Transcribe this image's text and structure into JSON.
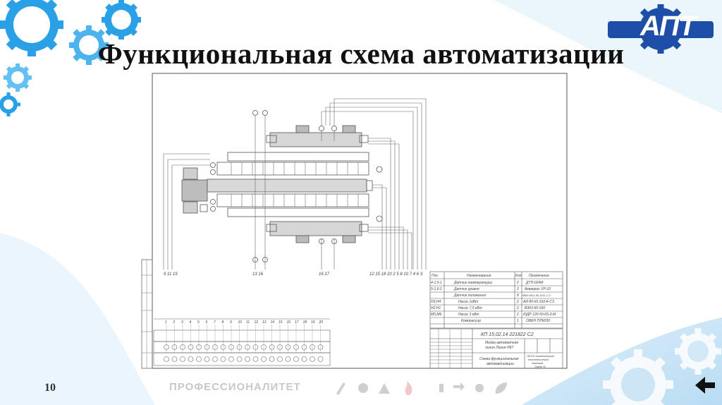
{
  "slide": {
    "title": "Функциональная схема автоматизации",
    "page_number": "10",
    "footer_brand": "ПРОФЕССИОНАЛИТЕТ",
    "logo_text": "АПТ"
  },
  "colors": {
    "gear_blue": "#2aa0e6",
    "logo_blue": "#1e4fa8",
    "drawing_line": "#555555"
  },
  "drawing": {
    "spec_table": {
      "headers": [
        "Поз.",
        "Наименование",
        "Кол.",
        "Примечание"
      ],
      "rows": [
        [
          "4-1,5-1",
          "Датчик температуры",
          "2",
          "ДТП-024М"
        ],
        [
          "5-1,6-1",
          "Датчик уровня",
          "2",
          "Аквапрос УР-10"
        ],
        [
          "",
          "Датчик положения",
          "8",
          "ВБИ-М12-65-1111-С.3"
        ],
        [
          "Н3,Н4",
          "Насос 1кВт",
          "2",
          "АИ 80-65-160-К-С3"
        ],
        [
          "Н2,Н1",
          "Насос 7,5 кВт",
          "2",
          "ВЗ65-50-160"
        ],
        [
          "М5,М6",
          "Насос 3 кВт",
          "2",
          "ЮДР 120-50-65-3-М"
        ],
        [
          "",
          "Компрессор",
          "1",
          "ОВЕН ПЛК200"
        ]
      ]
    },
    "title_block": {
      "code": "КП 15.02.14 221822 С2",
      "name_line1": "Мойка автоматная",
      "name_line2": "линия Линия НКТ",
      "doc_title_line1": "Схема функциональная",
      "doc_title_line2": "автоматизации",
      "org_line1": "ГБПОУ Альметьевский",
      "org_line2": "политехнический",
      "org_line3": "техникум",
      "group": "Группа 31"
    },
    "left_tags": "9 11 19",
    "mid_tags_a": "13   16",
    "mid_tags_b": "16   17",
    "right_tags": "12 15 18 20  2 5 8 10 7   4  6  3",
    "bottom_numbers": [
      "1",
      "2",
      "3",
      "4",
      "5",
      "6",
      "7",
      "8",
      "9",
      "10",
      "11",
      "12",
      "13",
      "14",
      "15",
      "16",
      "17",
      "18",
      "19",
      "20"
    ]
  }
}
